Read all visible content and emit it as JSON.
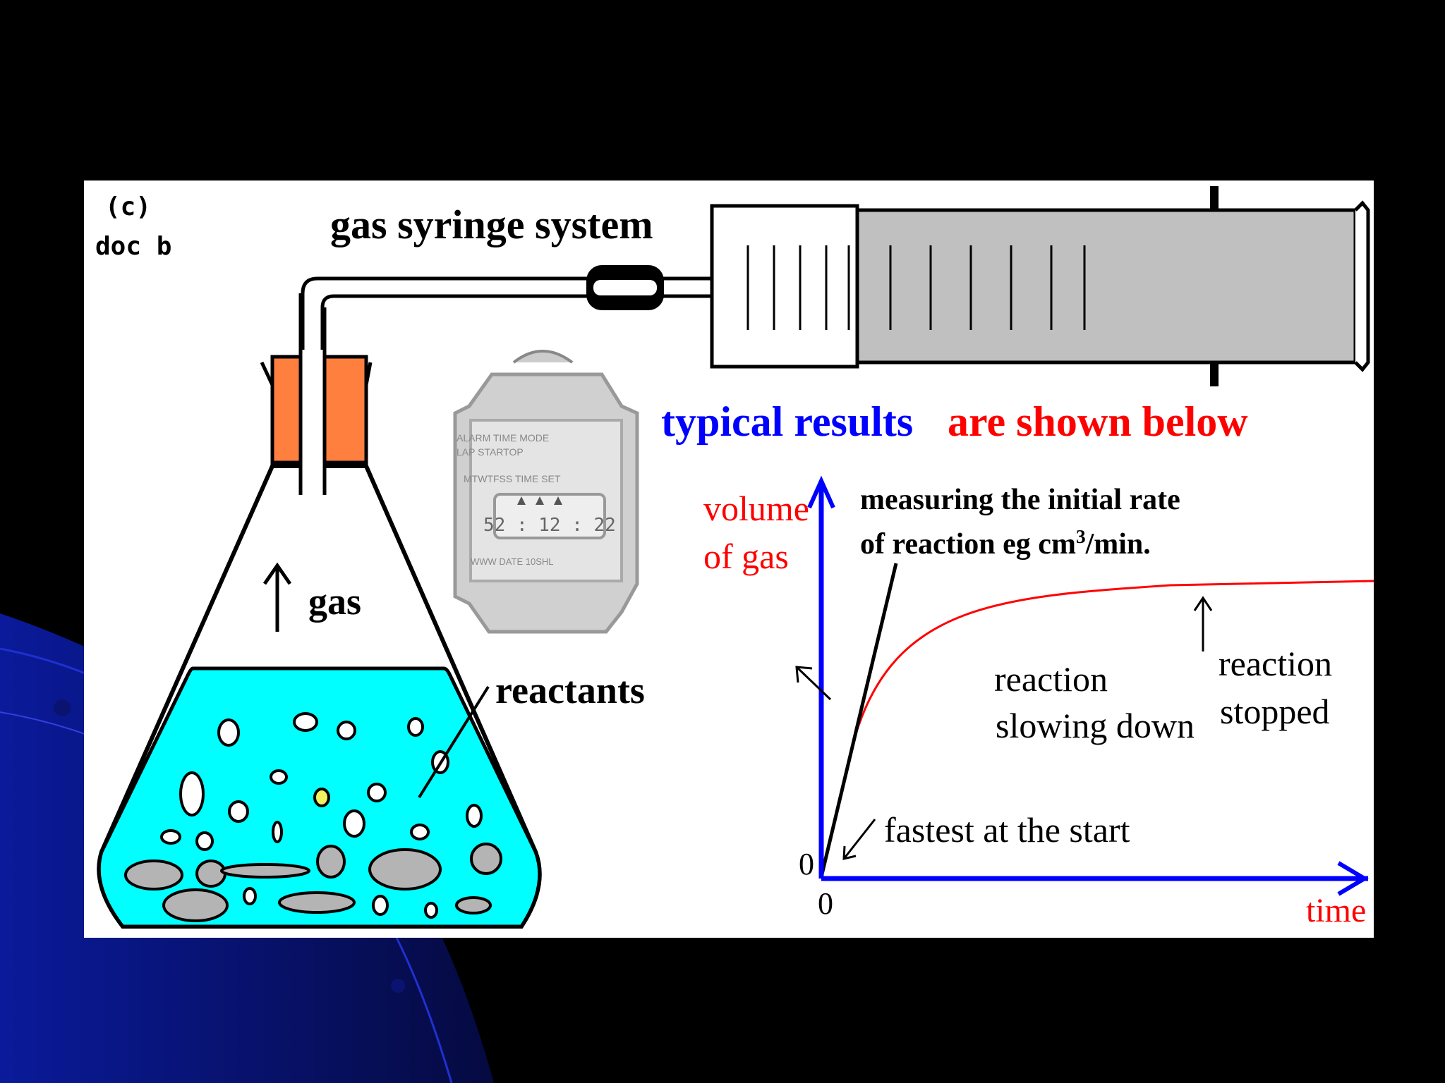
{
  "labels": {
    "figure_letter": "(c)",
    "doc_ref": "doc b",
    "syringe_title": "gas syringe system",
    "gas": "gas",
    "reactants": "reactants",
    "stopwatch_row1": "ALARM TIME        MODE",
    "stopwatch_row2": "LAP     STARTOP",
    "stopwatch_days": "MTWTFSS TIME SET",
    "stopwatch_display": "52 : 12 : 22",
    "stopwatch_footer": "WWW DATE 10SHL"
  },
  "heading": {
    "part1": "typical results",
    "part2": "are shown below"
  },
  "graph": {
    "y_label_line1": "volume",
    "y_label_line2": "of gas",
    "x_label": "time",
    "y_origin": "0",
    "x_origin": "0",
    "tangent_note_line1": "measuring the initial rate",
    "tangent_note_line2_pre": "of reaction eg cm",
    "tangent_note_sup": "3",
    "tangent_note_line2_post": "/min.",
    "annotation_start": "fastest at the start",
    "annotation_slowing_line1": "reaction",
    "annotation_slowing_line2": "slowing down",
    "annotation_stopped_line1": "reaction",
    "annotation_stopped_line2": "stopped"
  },
  "colors": {
    "liquid": "#00ffff",
    "bung": "#ff7f3f",
    "axis": "#0000ff",
    "curve": "#ff0000",
    "heading_blue": "#0000ff",
    "heading_red": "#ff0000",
    "barrel": "#c0c0c0",
    "bubbles": "#b4b4b4"
  }
}
